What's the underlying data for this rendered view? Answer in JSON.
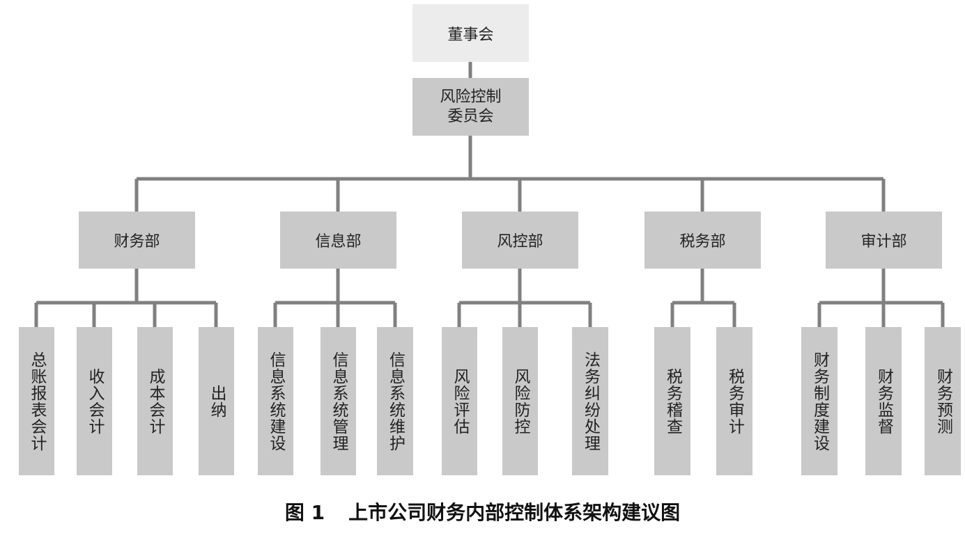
{
  "root": "董事会",
  "committee": [
    "风险控制",
    "委员会"
  ],
  "departments": [
    {
      "name": "财务部",
      "children": [
        "总账报表会计",
        "收入会计",
        "成本会计",
        "出纳"
      ]
    },
    {
      "name": "信息部",
      "children": [
        "信息系统建设",
        "信息系统管理",
        "信息系统维护"
      ]
    },
    {
      "name": "风控部",
      "children": [
        "风险评估",
        "风险防控",
        "法务纠纷处理"
      ]
    },
    {
      "name": "税务部",
      "children": [
        "税务稽查",
        "税务审计"
      ]
    },
    {
      "name": "审计部",
      "children": [
        "财务制度建设",
        "财务监督",
        "财务预测"
      ]
    }
  ],
  "caption": {
    "label": "图 1",
    "title": "上市公司财务内部控制体系架构建议图"
  },
  "colors": {
    "line": "#808080",
    "box": "#c9c9c9",
    "root_box": "#ececec"
  }
}
